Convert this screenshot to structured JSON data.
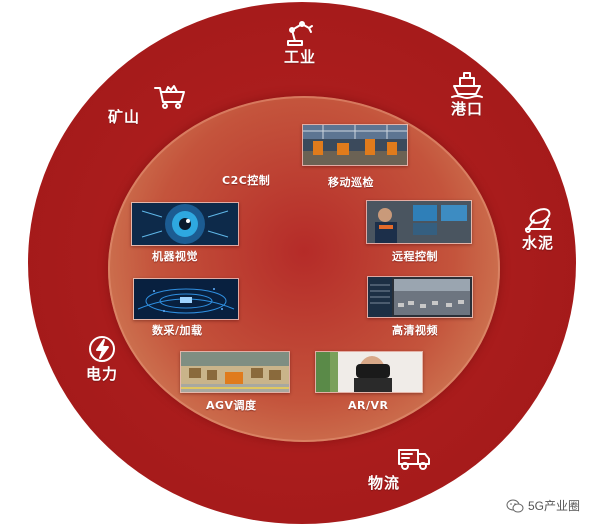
{
  "sectors": {
    "industry": {
      "label": "工业",
      "icon": "robot-arm-icon"
    },
    "port": {
      "label": "港口",
      "icon": "ship-icon"
    },
    "cement": {
      "label": "水泥",
      "icon": "cement-mixer-icon"
    },
    "logistics": {
      "label": "物流",
      "icon": "delivery-truck-icon"
    },
    "power": {
      "label": "电力",
      "icon": "lightning-bolt-icon"
    },
    "mining": {
      "label": "矿山",
      "icon": "mine-cart-icon"
    }
  },
  "applications": {
    "c2c": {
      "label": "C2C控制"
    },
    "mobile_patrol": {
      "label": "移动巡检"
    },
    "machine_vision": {
      "label": "机器视觉"
    },
    "remote_control": {
      "label": "远程控制"
    },
    "data_collection": {
      "label": "数采/加载"
    },
    "hd_video": {
      "label": "高清视频"
    },
    "agv": {
      "label": "AGV调度"
    },
    "arvr": {
      "label": "AR/VR"
    }
  },
  "watermark": {
    "text": "5G产业圈",
    "icon": "wechat-icon"
  },
  "colors": {
    "outer_ring": "#a91c1c",
    "inner_disc_edge": "#d58d66",
    "label": "#ffffff"
  }
}
